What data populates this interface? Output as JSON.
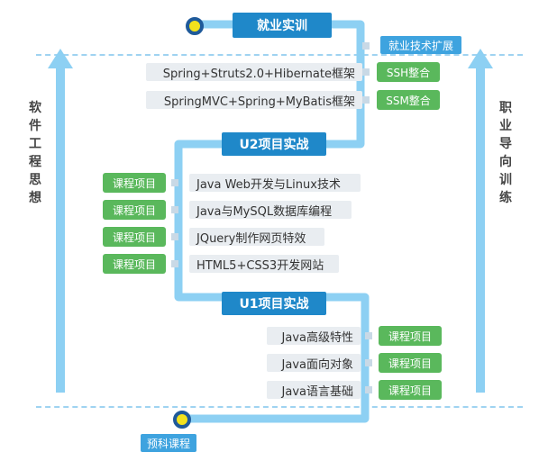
{
  "top_header": "就业实训",
  "top_side_tag": "就业技术扩展",
  "left_vertical_label": "软件工程思想",
  "right_vertical_label": "职业导向训练",
  "section_top": {
    "rows": [
      {
        "topic": "Spring+Struts2.0+Hibernate框架",
        "badge": "SSH整合"
      },
      {
        "topic": "SpringMVC+Spring+MyBatis框架",
        "badge": "SSM整合"
      }
    ]
  },
  "u2": {
    "header": "U2项目实战",
    "rows": [
      {
        "badge": "课程项目",
        "topic": "Java Web开发与Linux技术"
      },
      {
        "badge": "课程项目",
        "topic": "Java与MySQL数据库编程"
      },
      {
        "badge": "课程项目",
        "topic": "JQuery制作网页特效"
      },
      {
        "badge": "课程项目",
        "topic": "HTML5+CSS3开发网站"
      }
    ]
  },
  "u1": {
    "header": "U1项目实战",
    "rows": [
      {
        "topic": "Java高级特性",
        "badge": "课程项目"
      },
      {
        "topic": "Java面向对象",
        "badge": "课程项目"
      },
      {
        "topic": "Java语言基础",
        "badge": "课程项目"
      }
    ]
  },
  "bottom_tag": "预科课程",
  "colors": {
    "path": "#8dd0f3",
    "header": "#1f88c9",
    "badge": "#5ab85c",
    "tag": "#3ea3df",
    "dot_fill": "#f3e21d"
  }
}
